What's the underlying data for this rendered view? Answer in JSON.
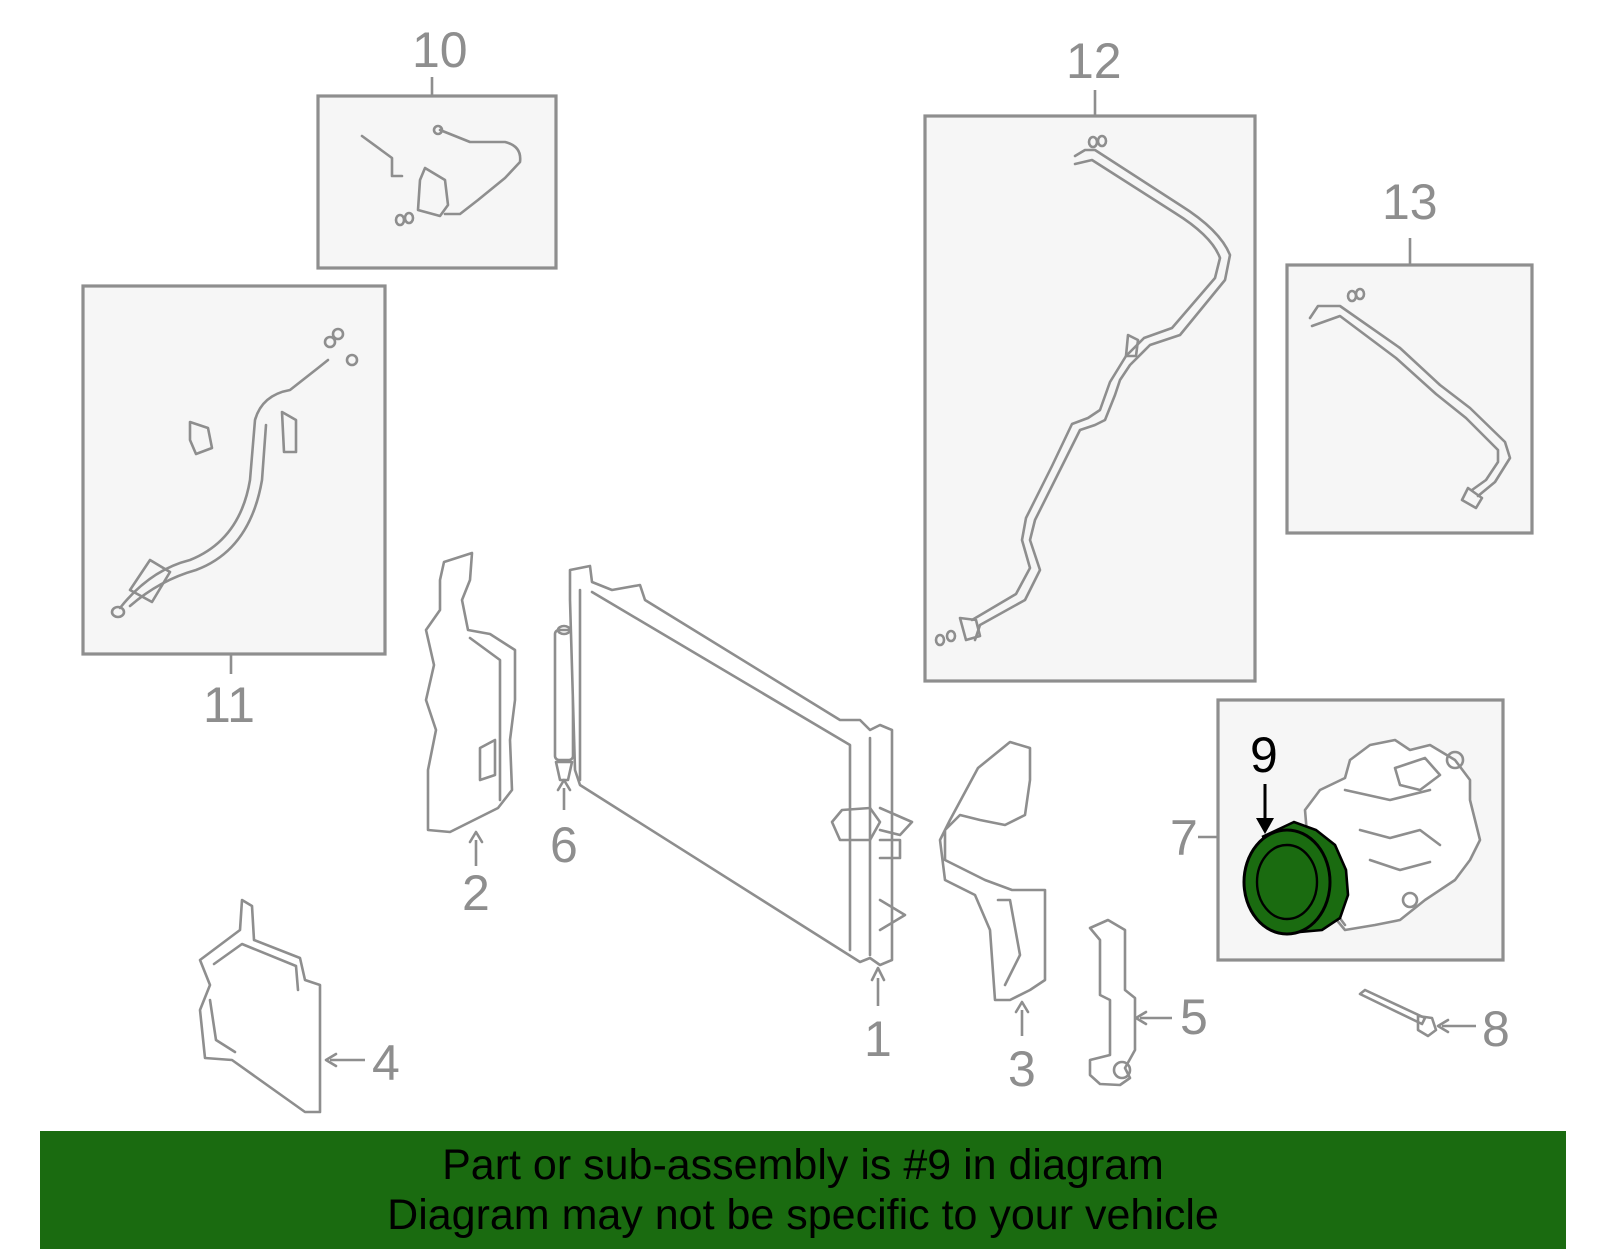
{
  "callouts": {
    "n1": "1",
    "n2": "2",
    "n3": "3",
    "n4": "4",
    "n5": "5",
    "n6": "6",
    "n7": "7",
    "n8": "8",
    "n9": "9",
    "n10": "10",
    "n11": "11",
    "n12": "12",
    "n13": "13"
  },
  "highlight": {
    "part": "9",
    "color": "#1a6b10"
  },
  "banner": {
    "line1": "Part or sub-assembly is #9 in diagram",
    "line2": "Diagram may not be specific to your vehicle",
    "color": "#1a6b10"
  }
}
